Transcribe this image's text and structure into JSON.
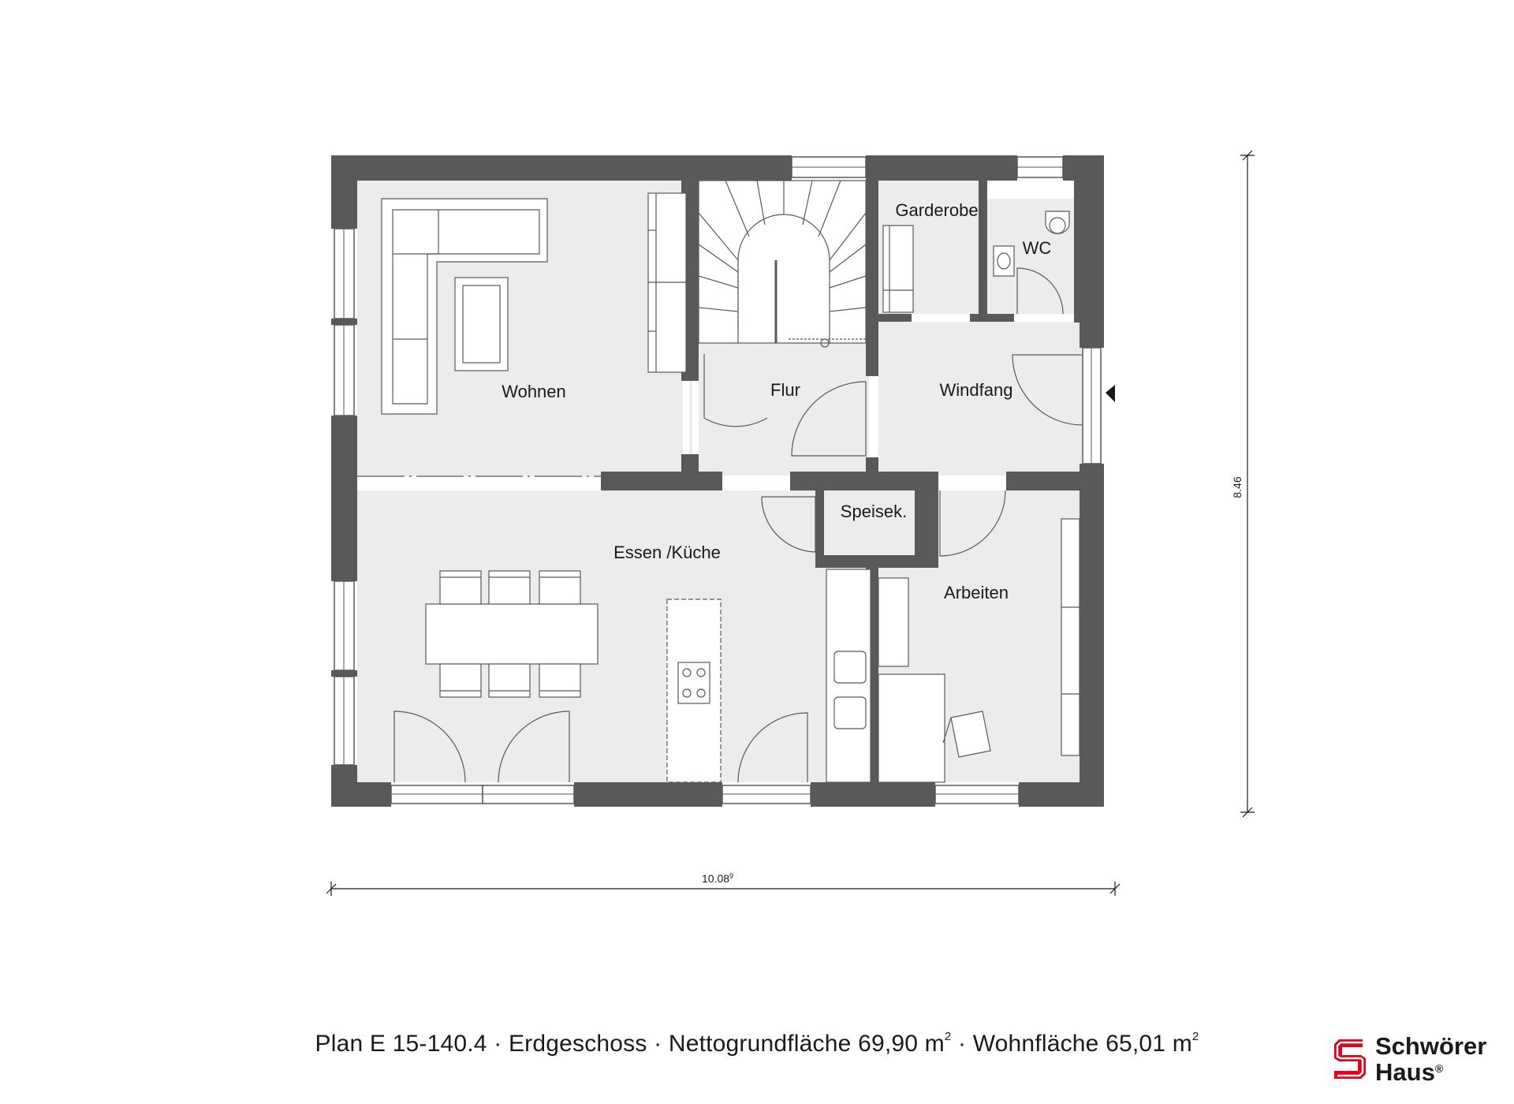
{
  "plan": {
    "rooms": {
      "wohnen": "Wohnen",
      "flur": "Flur",
      "windfang": "Windfang",
      "garderobe": "Garderobe",
      "wc": "WC",
      "speisek": "Speisek.",
      "essen_kueche": "Essen /Küche",
      "arbeiten": "Arbeiten"
    },
    "dimensions": {
      "width_main": "10.08",
      "width_sup": "9",
      "height": "8.46"
    }
  },
  "caption": {
    "plan_id": "Plan E 15-140.4",
    "floor": "Erdgeschoss",
    "net_area_label": "Nettogrundfläche 69,90 m",
    "living_area_label": "Wohnfläche 65,01 m",
    "sep": " · ",
    "sup": "2"
  },
  "logo": {
    "line1": "Schwörer",
    "line2": "Haus",
    "mark": "®"
  },
  "colors": {
    "wall": "#58595b",
    "floor": "#ececec",
    "logo_red": "#e2001a"
  }
}
